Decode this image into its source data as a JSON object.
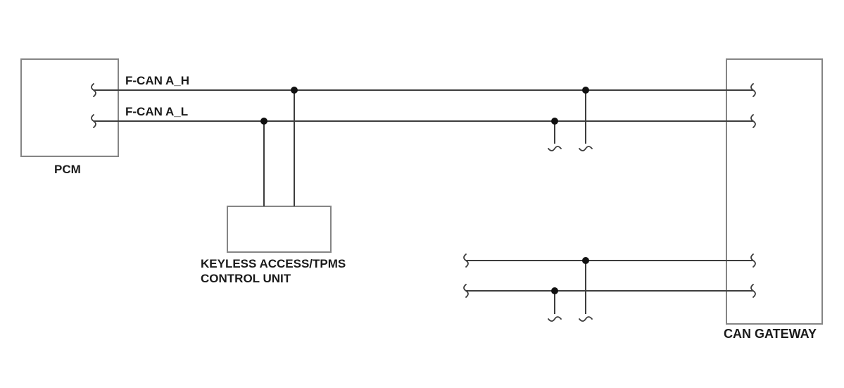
{
  "diagram": {
    "type": "automotive-wiring-diagram",
    "labels": {
      "pcm": "PCM",
      "fcan_h": "F-CAN A_H",
      "fcan_l": "F-CAN A_L",
      "keyless_line1": "KEYLESS ACCESS/TPMS",
      "keyless_line2": "CONTROL UNIT",
      "can_gateway": "CAN GATEWAY"
    },
    "components": [
      {
        "id": "pcm",
        "label": "PCM"
      },
      {
        "id": "keyless_access_tpms_control_unit",
        "label": "KEYLESS ACCESS/TPMS CONTROL UNIT"
      },
      {
        "id": "can_gateway",
        "label": "CAN GATEWAY"
      }
    ],
    "wires": [
      {
        "id": "fcan_a_h",
        "label": "F-CAN A_H",
        "from": "PCM",
        "to": "CAN GATEWAY",
        "taps": [
          "KEYLESS ACCESS/TPMS CONTROL UNIT",
          "break-stub"
        ]
      },
      {
        "id": "fcan_a_l",
        "label": "F-CAN A_L",
        "from": "PCM",
        "to": "CAN GATEWAY",
        "taps": [
          "KEYLESS ACCESS/TPMS CONTROL UNIT",
          "break-stub"
        ]
      },
      {
        "id": "lower_bus_1",
        "label": "",
        "from": "break",
        "to": "CAN GATEWAY",
        "taps": [
          "break-stub"
        ]
      },
      {
        "id": "lower_bus_2",
        "label": "",
        "from": "break",
        "to": "CAN GATEWAY",
        "taps": [
          "break-stub"
        ]
      }
    ],
    "colors": {
      "wire": "#3d3d3d",
      "box_border": "#858585",
      "junction": "#111111",
      "text": "#1a1a1a",
      "background": "#ffffff"
    }
  }
}
